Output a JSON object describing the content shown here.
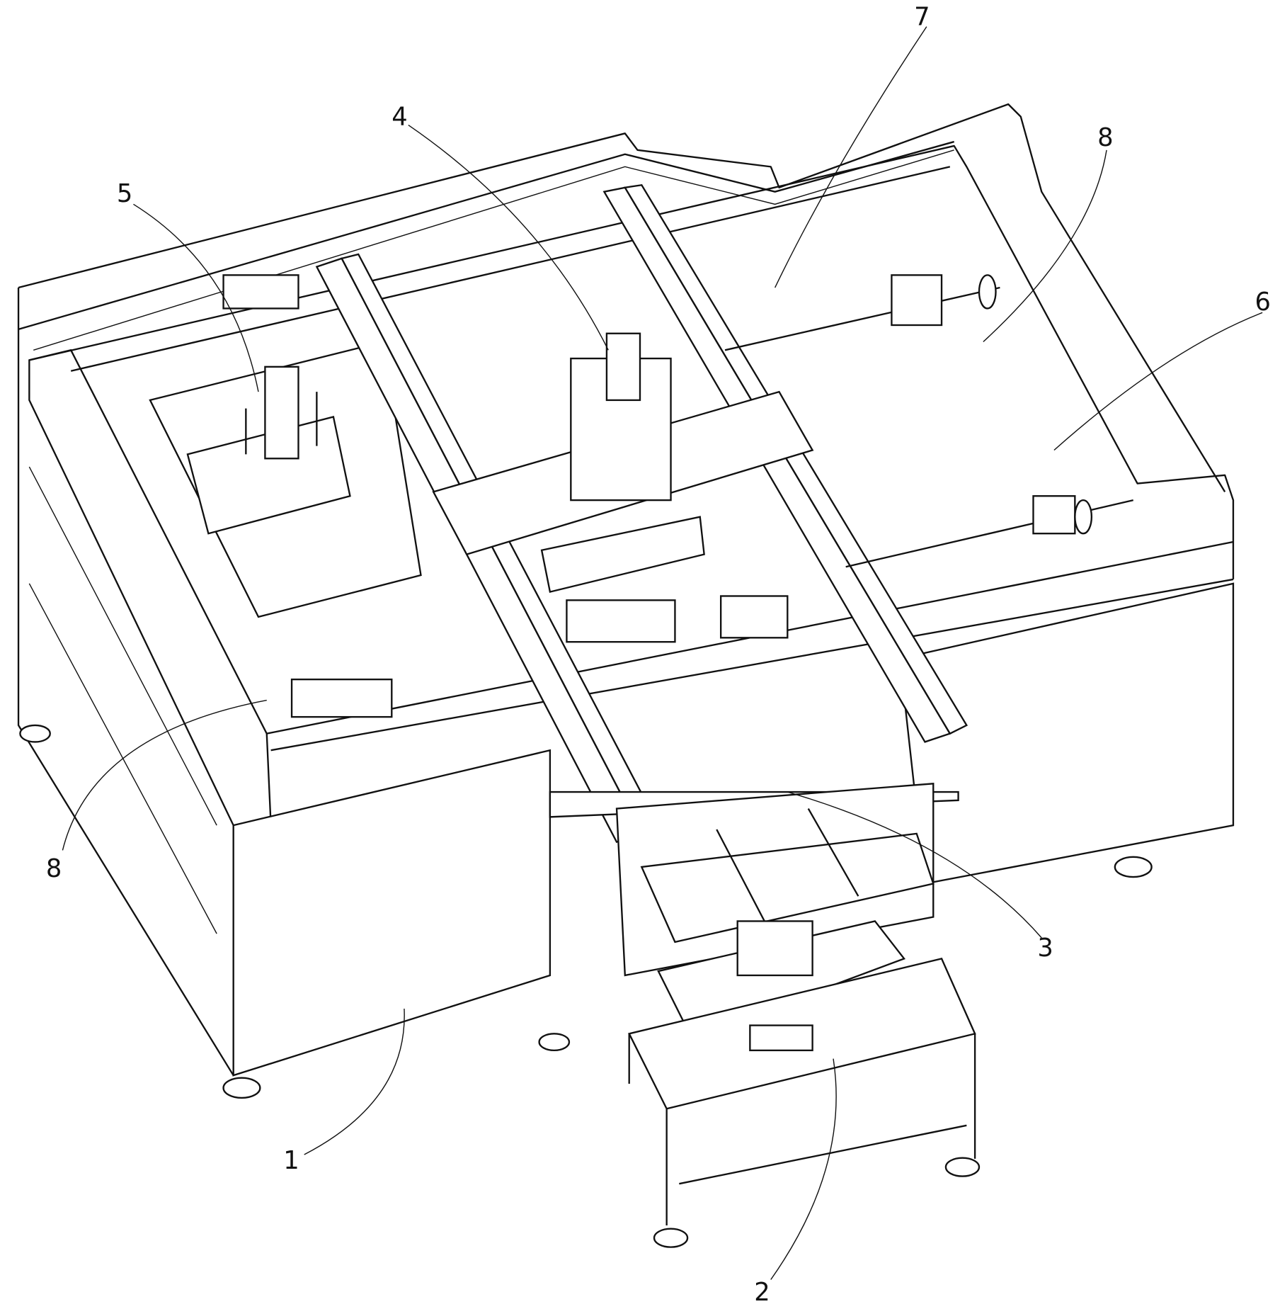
{
  "figure": {
    "reference_numerals": {
      "frame": "1",
      "front_station": "2",
      "clamp_assembly": "3",
      "gantry_module": "4",
      "press_module": "5",
      "right_work_area": "6",
      "rear_panel": "7",
      "guide_slide_right": "8",
      "guide_slide_left": "8"
    }
  }
}
